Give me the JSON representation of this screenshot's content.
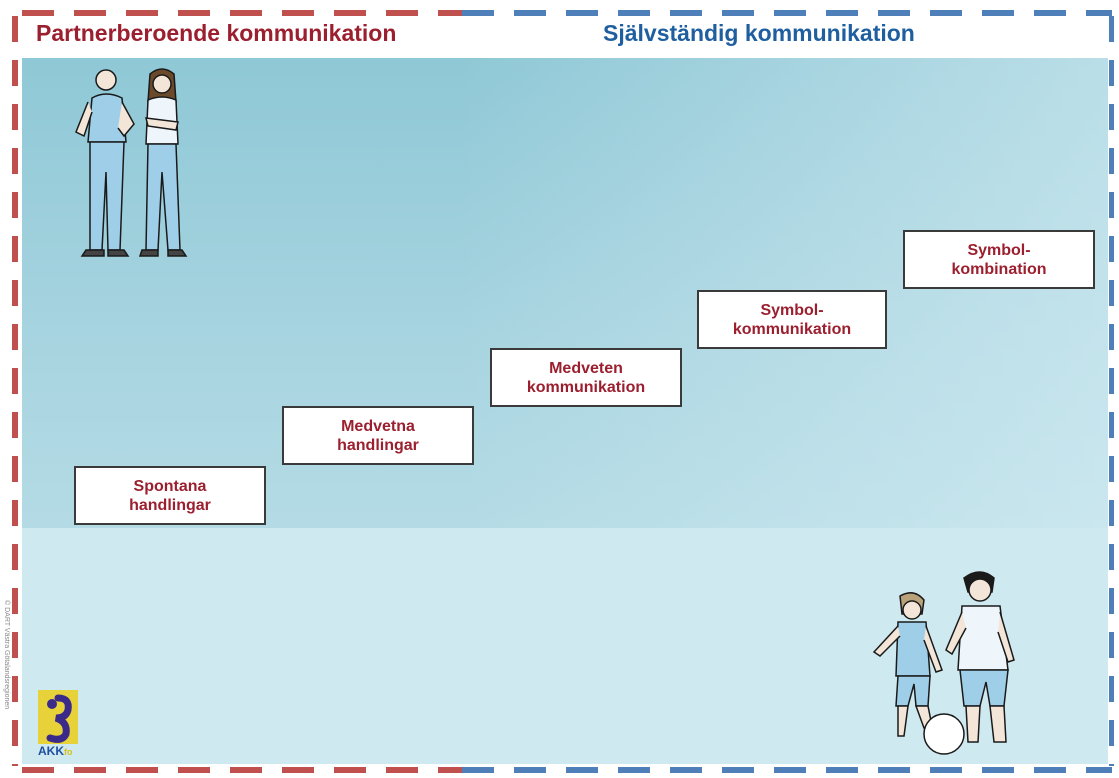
{
  "headings": {
    "left": "Partnerberoende kommunikation",
    "right": "Självständig kommunikation"
  },
  "steps": [
    {
      "line1": "Spontana",
      "line2": "handlingar"
    },
    {
      "line1": "Medvetna",
      "line2": "handlingar"
    },
    {
      "line1": "Medveten",
      "line2": "kommunikation"
    },
    {
      "line1": "Symbol-",
      "line2": "kommunikation"
    },
    {
      "line1": "Symbol-",
      "line2": "kombination"
    }
  ],
  "logo": {
    "text": "AKK",
    "sub": "fo"
  },
  "credit": "© DART Västra Götalandsregionen",
  "colors": {
    "left_accent": "#9b1f2e",
    "right_accent": "#1f5f9f",
    "border_red": "#c0504d",
    "border_blue": "#4f7fb8",
    "panel": "#a7d4e0"
  }
}
